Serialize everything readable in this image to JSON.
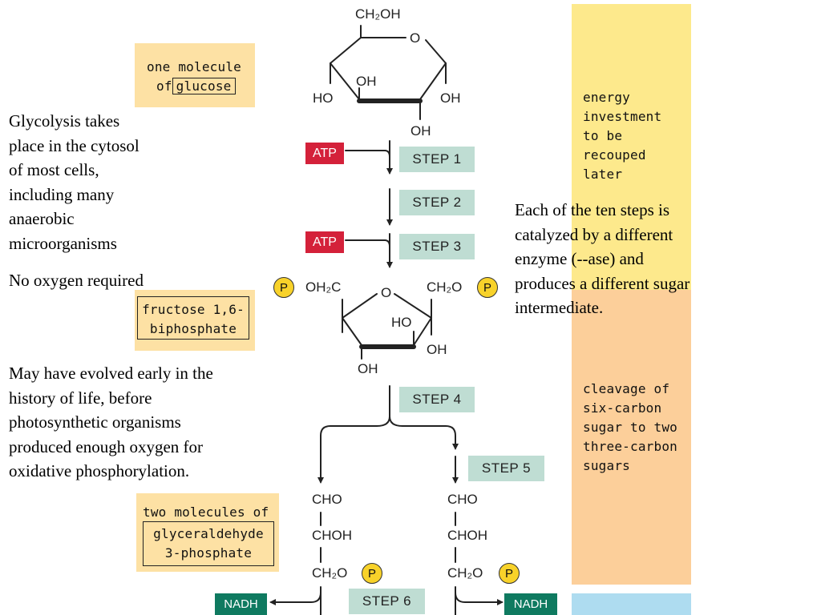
{
  "notes": {
    "cytosol": [
      "Glycolysis takes",
      "place in the cytosol",
      "of most cells,",
      "including many",
      "anaerobic",
      "microorganisms"
    ],
    "oxygen": "No oxygen required",
    "evolved": [
      "May have evolved early in the",
      "history of life, before",
      "photosynthetic organisms",
      "produced enough oxygen for",
      "oxidative phosphorylation."
    ],
    "enzyme": [
      "Each of the ten steps is",
      "catalyzed by a different",
      "enzyme (--ase) and",
      "produces a different sugar",
      "intermediate."
    ]
  },
  "labels": {
    "glucose_line1": "one molecule",
    "glucose_line2_prefix": "of",
    "glucose_line2_boxed": "glucose",
    "fructose_line1": "fructose 1,6-",
    "fructose_line2": "biphosphate",
    "g3p_line1": "two molecules of",
    "g3p_line2": "glyceraldehyde",
    "g3p_line3": "3-phosphate"
  },
  "side_panels": {
    "energy": [
      "energy",
      "investment",
      "to be",
      "recouped",
      "later"
    ],
    "cleavage": [
      "cleavage of",
      "six-carbon",
      "sugar to two",
      "three-carbon",
      "sugars"
    ]
  },
  "steps": {
    "s1": "STEP 1",
    "s2": "STEP 2",
    "s3": "STEP 3",
    "s4": "STEP 4",
    "s5": "STEP 5",
    "s6": "STEP 6"
  },
  "badges": {
    "atp": "ATP",
    "nadh": "NADH",
    "phosphate": "P"
  },
  "chem": {
    "ch2oh": "CH₂OH",
    "o": "O",
    "ho": "HO",
    "oh": "OH",
    "oh2c": "OH₂C",
    "ch2o": "CH₂O",
    "cho": "CHO",
    "choh": "CHOH"
  },
  "colors": {
    "label_bg": "#fde1a4",
    "panel_yellow": "#fde98c",
    "panel_orange": "#fccf9a",
    "panel_blue": "#aedcf0",
    "step_green": "#bfddd3",
    "atp_red": "#d4213a",
    "nadh_green": "#0f7a60",
    "phosphate_yellow": "#f8d22a"
  }
}
